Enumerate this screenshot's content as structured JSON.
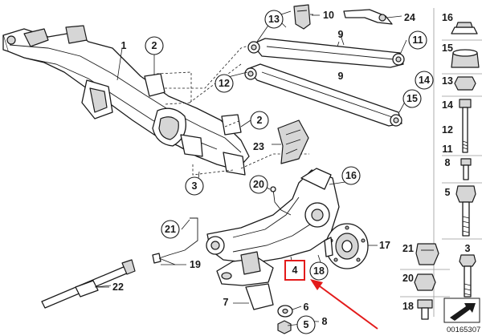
{
  "diagram": {
    "id": "00165307",
    "highlight_color": "#e31b1b",
    "callouts": {
      "c1": "1",
      "c2a": "2",
      "c2b": "2",
      "c3": "3",
      "c4": "4",
      "c5": "5",
      "c6": "6",
      "c7": "7",
      "c8": "8",
      "c9a": "9",
      "c9b": "9",
      "c10": "10",
      "c11": "11",
      "c12": "12",
      "c13": "13",
      "c14": "14",
      "c15": "15",
      "c16": "16",
      "c17": "17",
      "c18": "18",
      "c19": "19",
      "c20": "20",
      "c21": "21",
      "c22": "22",
      "c23": "23",
      "c24": "24"
    },
    "sidebar": [
      "16",
      "15",
      "13",
      "14",
      "12",
      "11",
      "8",
      "5",
      "21",
      "3",
      "20",
      "18"
    ]
  }
}
